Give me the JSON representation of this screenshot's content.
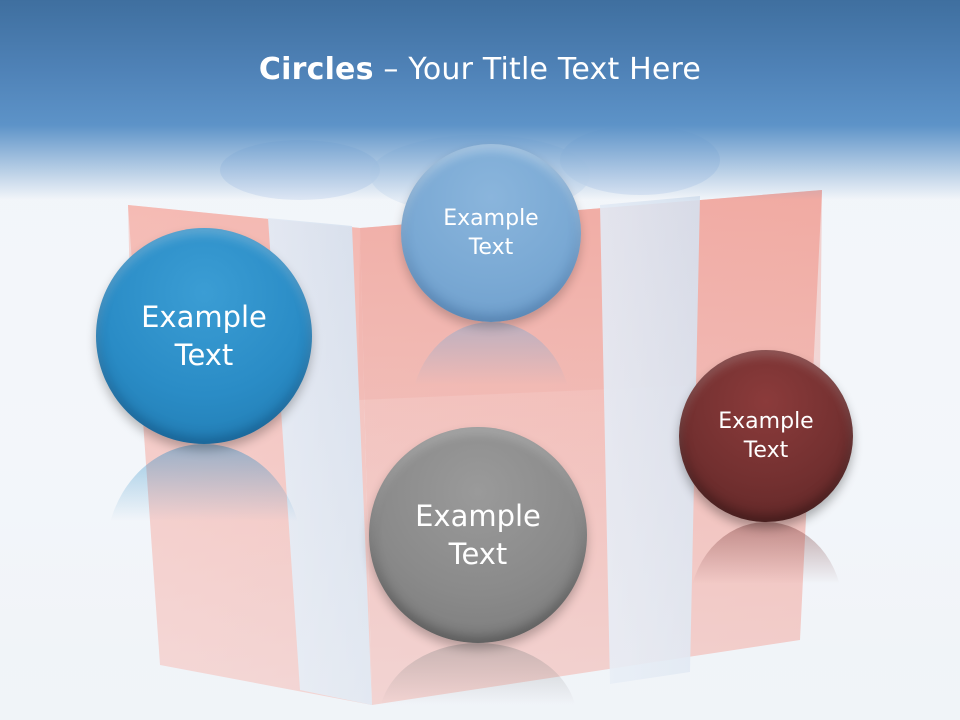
{
  "slide": {
    "title_bold": "Circles",
    "title_rest": " – Your Title Text Here",
    "colors": {
      "header": "#4f82b7",
      "circle_blue": "#2a8cc6",
      "circle_light_blue": "#7aa9d4",
      "circle_gray": "#8a8a8a",
      "circle_maroon": "#733030",
      "gift_box": "#f08070",
      "ribbon": "#dfe9f5"
    }
  },
  "circles": {
    "blue": {
      "line1": "Example",
      "line2": "Text"
    },
    "light_blue": {
      "line1": "Example",
      "line2": "Text"
    },
    "gray": {
      "line1": "Example",
      "line2": "Text"
    },
    "maroon": {
      "line1": "Example",
      "line2": "Text"
    }
  }
}
